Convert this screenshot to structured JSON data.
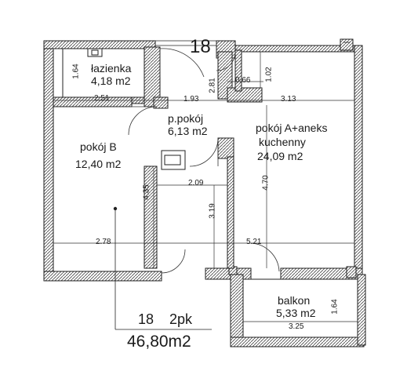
{
  "plan": {
    "unit_number": "18",
    "summary_line1_number": "18",
    "summary_line1_type": "2pk",
    "summary_total_area": "46,80m2",
    "rooms": {
      "bathroom": {
        "name": "łazienka",
        "area": "4,18 m2"
      },
      "hall": {
        "name": "p.pokój",
        "area": "6,13 m2"
      },
      "room_b": {
        "name": "pokój B",
        "area": "12,40 m2"
      },
      "room_a": {
        "name_line1": "pokój A+aneks",
        "name_line2": "kuchenny",
        "area": "24,09 m2"
      },
      "balcony": {
        "name": "balkon",
        "area": "5,33 m2"
      }
    },
    "dimensions": {
      "bath_height": "1.64",
      "bath_width": "2.51",
      "hall_top_width": "1.93",
      "hall_wall_height": "2.81",
      "niche_width": "0.66",
      "niche_height": "1.02",
      "room_a_width": "3.13",
      "room_b_height": "4.35",
      "hall_bottom_width": "2.09",
      "room_a_height": "4.70",
      "lower_height": "3.19",
      "room_b_width": "2.78",
      "room_a_bottom_width": "5.21",
      "balcony_height": "1.64",
      "balcony_width": "3.25"
    }
  }
}
